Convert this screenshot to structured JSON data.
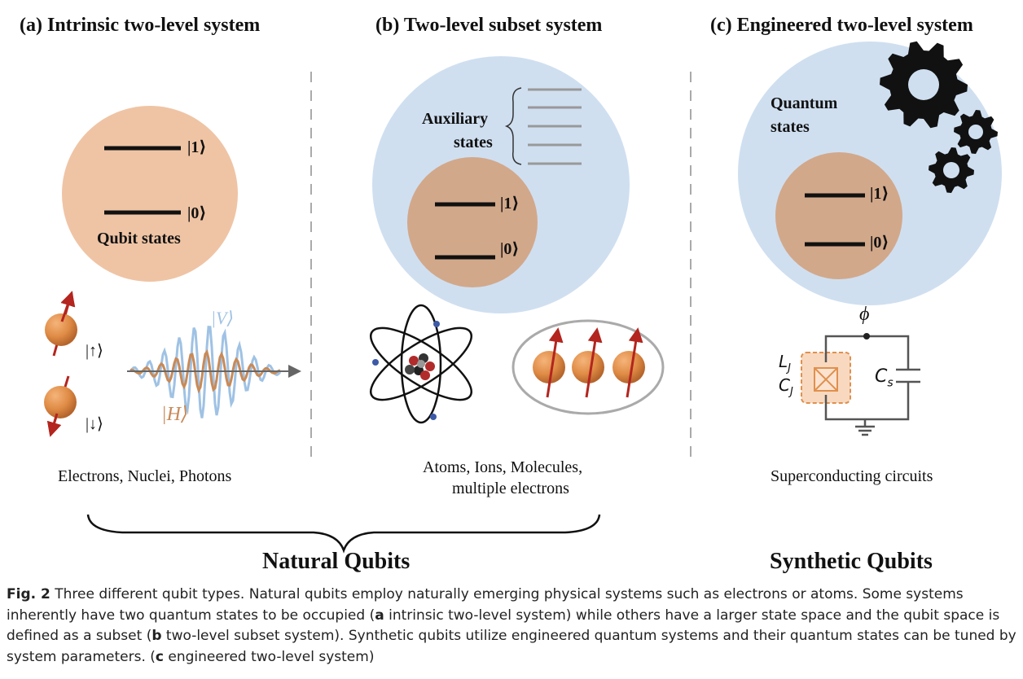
{
  "panels": {
    "a": {
      "title": "(a) Intrinsic two-level system",
      "label": "Qubit states",
      "ket1": "|1⟩",
      "ket0": "|0⟩",
      "spin_up": "|↑⟩",
      "spin_down": "|↓⟩",
      "photon_v": "|V⟩",
      "photon_h": "|H⟩",
      "footer": "Electrons, Nuclei, Photons"
    },
    "b": {
      "title": "(b) Two-level subset system",
      "label_line1": "Auxiliary",
      "label_line2": "states",
      "ket1": "|1⟩",
      "ket0": "|0⟩",
      "footer_line1": "Atoms, Ions, Molecules,",
      "footer_line2": "multiple electrons"
    },
    "c": {
      "title": "(c) Engineered two-level system",
      "label_line1": "Quantum",
      "label_line2": "states",
      "ket1": "|1⟩",
      "ket0": "|0⟩",
      "phi": "ϕ",
      "lj": "L",
      "lj_sub": "J",
      "cj": "C",
      "cj_sub": "J",
      "cs": "C",
      "cs_sub": "s",
      "footer": "Superconducting circuits"
    }
  },
  "groups": {
    "natural": "Natural Qubits",
    "synthetic": "Synthetic Qubits"
  },
  "caption": {
    "fig": "Fig. 2",
    "p1": "  Three different qubit types. Natural qubits employ naturally emerging physical systems such as electrons or atoms. Some systems inherently have two quantum states to be occupied (",
    "a": "a",
    "p2": " intrinsic two-level system) while others have a larger state space and the qubit space is defined as a subset (",
    "b": "b",
    "p3": " two-level subset system). Synthetic qubits utilize engineered quantum systems and their quantum states can be tuned by system parameters. (",
    "c": "c",
    "p4": " engineered two-level system)"
  },
  "colors": {
    "peach": "#efc4a4",
    "blue": "#cfdff0",
    "tan": "#d2a88a",
    "orange": "#d98a45",
    "arrow": "#b3251e"
  }
}
